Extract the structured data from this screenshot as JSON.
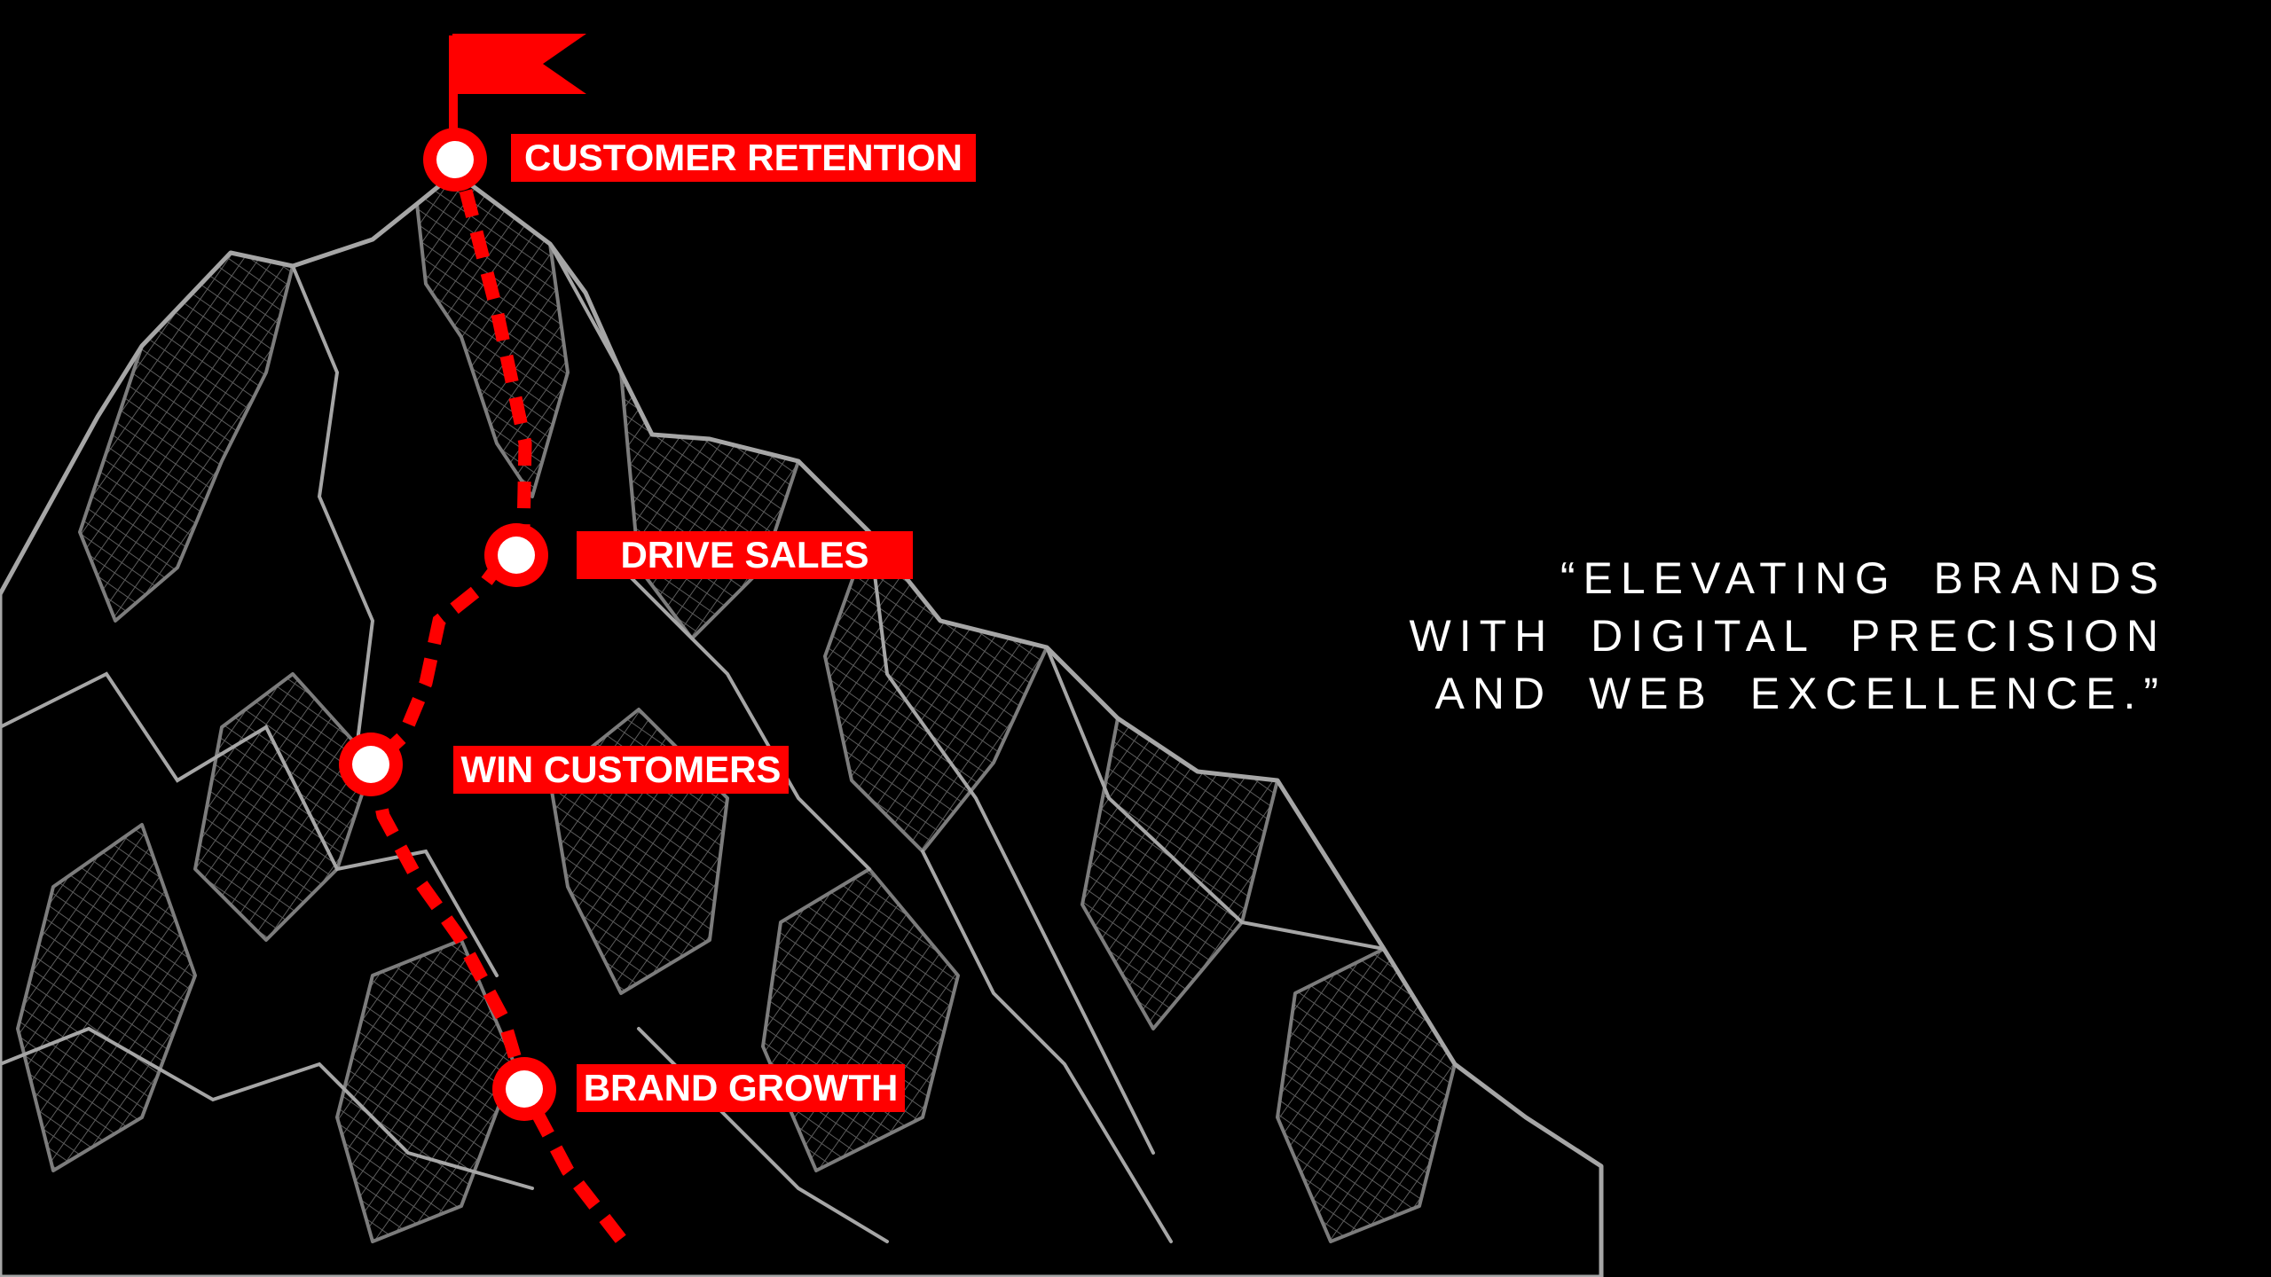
{
  "milestones": [
    {
      "label": "CUSTOMER RETENTION"
    },
    {
      "label": "DRIVE SALES"
    },
    {
      "label": "WIN CUSTOMERS"
    },
    {
      "label": "BRAND GROWTH"
    }
  ],
  "quote": {
    "lines": [
      "“ELEVATING BRANDS",
      "WITH DIGITAL PRECISION",
      "AND WEB EXCELLENCE.”"
    ]
  },
  "colors": {
    "accent": "#ff0000",
    "sketch": "#a6a6a6",
    "background": "#000000",
    "text": "#ffffff"
  }
}
